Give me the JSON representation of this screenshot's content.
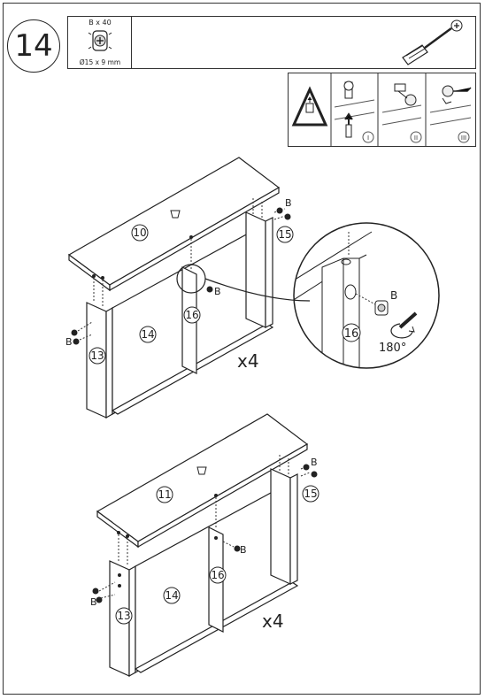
{
  "step": {
    "number": "14"
  },
  "parts": {
    "qty": "B x 40",
    "size": "Ø15 x 9 mm"
  },
  "hints": [
    "I",
    "II",
    "III"
  ],
  "diagram_top": {
    "part_labels": [
      "10",
      "15",
      "14",
      "16",
      "13"
    ],
    "fitting_label": "B",
    "multiplier": "x4"
  },
  "detail": {
    "part_label": "16",
    "fitting_label": "B",
    "rotation": "180°"
  },
  "diagram_bottom": {
    "part_labels": [
      "11",
      "15",
      "14",
      "16",
      "13"
    ],
    "fitting_label": "B",
    "multiplier": "x4"
  }
}
